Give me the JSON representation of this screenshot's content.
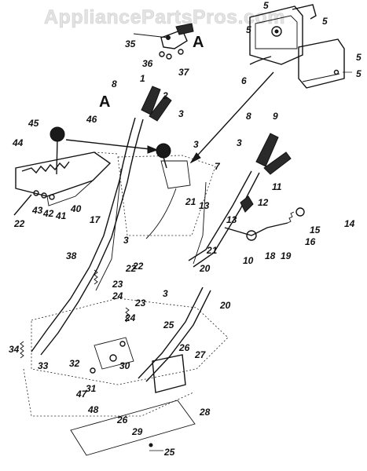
{
  "watermark": "AppliancePartsPros.com",
  "callouts": [
    "1",
    "2",
    "3",
    "3",
    "3",
    "3",
    "3",
    "5",
    "5",
    "5",
    "5",
    "5",
    "6",
    "7",
    "8",
    "8",
    "9",
    "10",
    "11",
    "12",
    "13",
    "13",
    "14",
    "15",
    "16",
    "17",
    "18",
    "19",
    "20",
    "20",
    "21",
    "21",
    "22",
    "22",
    "22",
    "23",
    "23",
    "24",
    "24",
    "25",
    "25",
    "26",
    "26",
    "27",
    "28",
    "29",
    "30",
    "31",
    "32",
    "33",
    "34",
    "35",
    "36",
    "37",
    "38",
    "40",
    "41",
    "42",
    "43",
    "44",
    "45",
    "46",
    "47",
    "48"
  ],
  "section_marks": [
    "A",
    "A"
  ]
}
